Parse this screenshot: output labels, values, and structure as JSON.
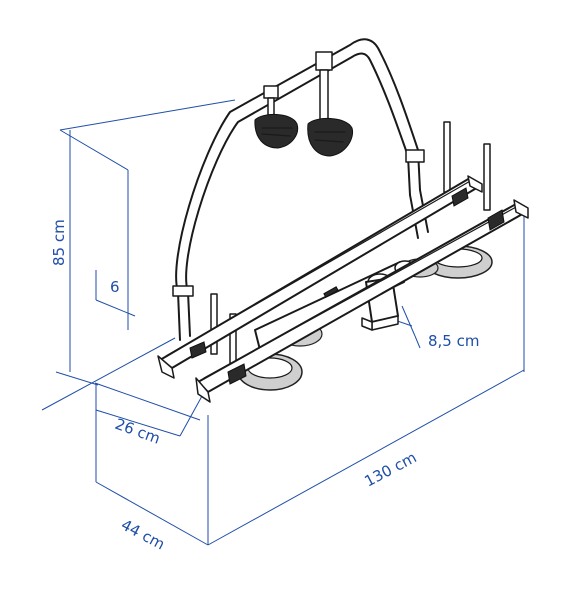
{
  "diagram": {
    "dimensions": {
      "height_total": "85 cm",
      "height_small": "6",
      "rail_offset": "8,5 cm",
      "depth_rail": "26 cm",
      "length": "130 cm",
      "depth_total": "44 cm"
    },
    "colors": {
      "dimension": "#1f4ea8",
      "product": "#1a1a1a"
    }
  }
}
